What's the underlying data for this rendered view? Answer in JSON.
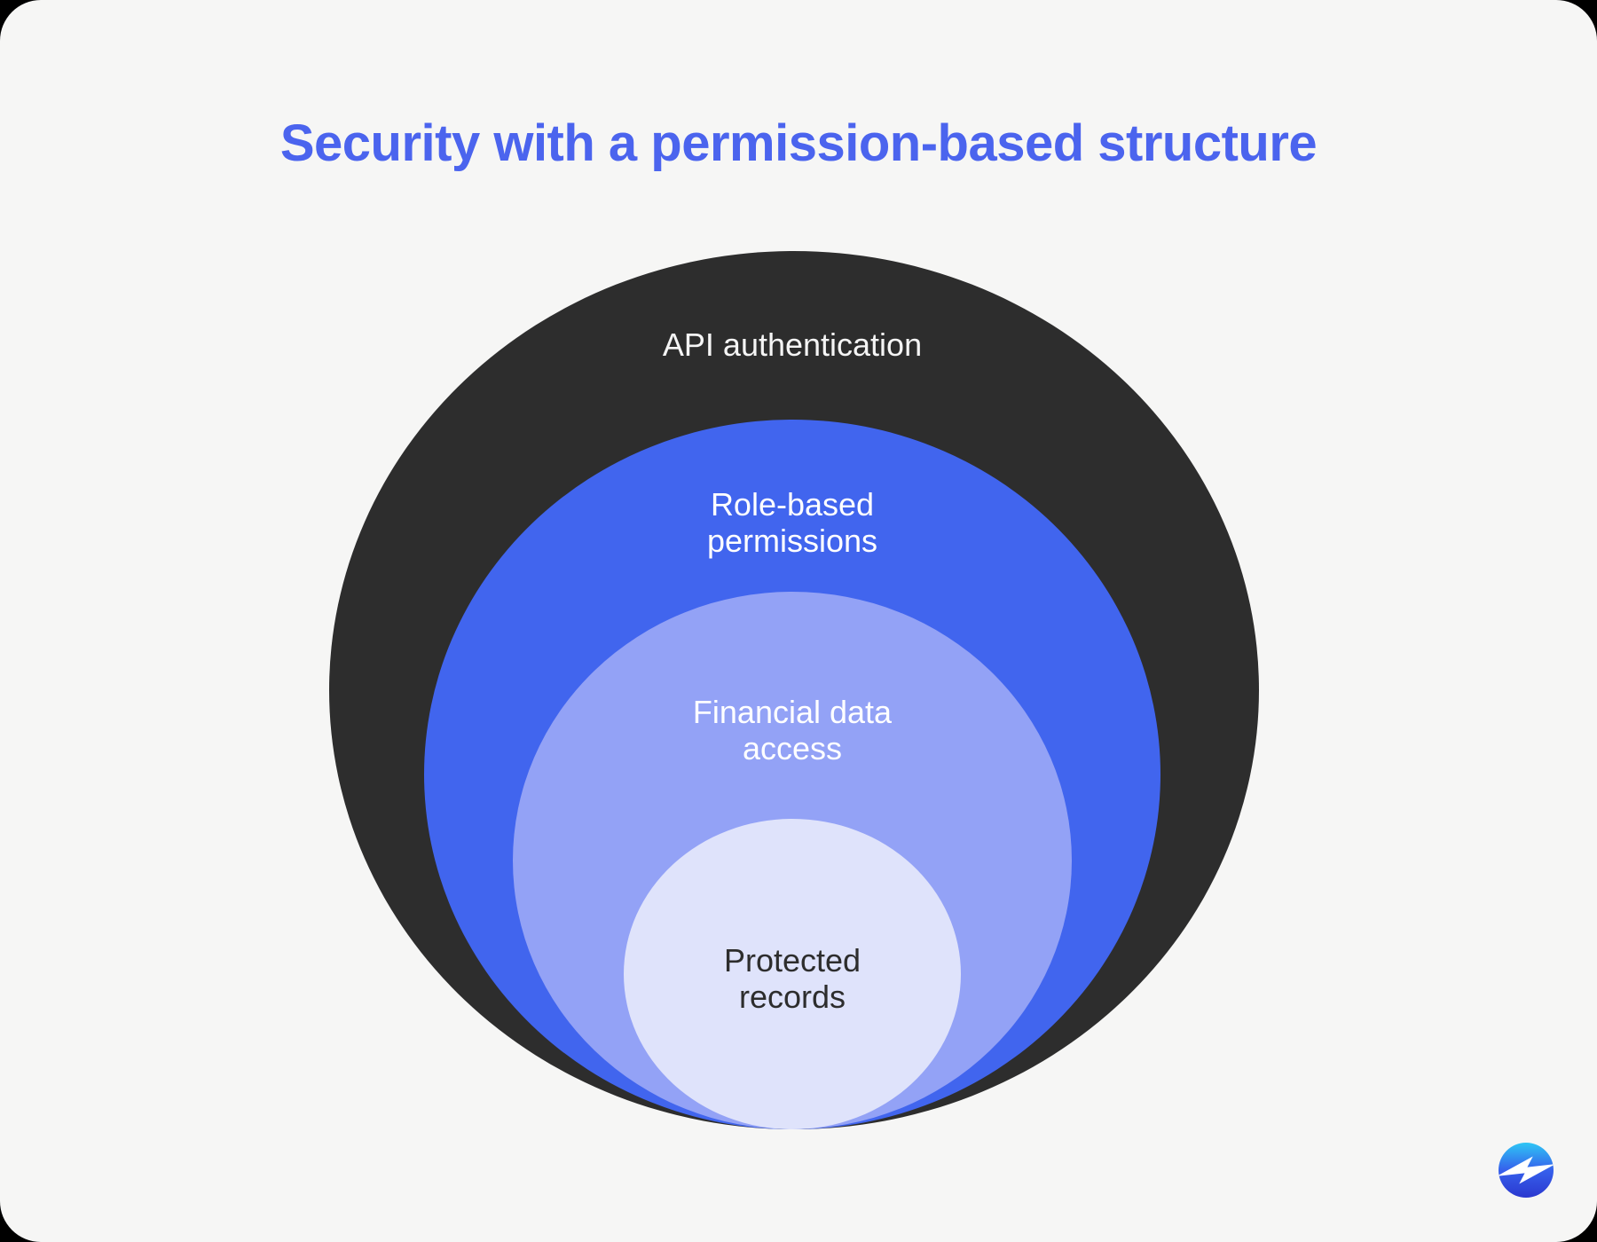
{
  "page": {
    "outer_background": "#000000",
    "card_background": "#f6f6f5"
  },
  "title": {
    "text": "Security with a permission-based structure",
    "color": "#4b64ee"
  },
  "diagram": {
    "type": "nested-circles",
    "description": "Onion diagram of permission layers, outermost to innermost",
    "rings": [
      {
        "label": "API authentication",
        "fill": "#2d2d2d",
        "text_color": "#f5f5f5"
      },
      {
        "label": "Role-based permissions",
        "fill": "#4165ee",
        "text_color": "#ffffff"
      },
      {
        "label": "Financial data access",
        "fill": "#93a2f6",
        "text_color": "#ffffff"
      },
      {
        "label": "Protected records",
        "fill": "#dfe3fb",
        "text_color": "#2d2d2d"
      }
    ]
  },
  "footer": {
    "logo": {
      "icon": "lightning-bolt-logo-icon",
      "gradient_top": "#2ec6f5",
      "gradient_mid": "#3660ec",
      "gradient_bottom": "#2b38cf",
      "bolt_color": "#ffffff"
    }
  }
}
